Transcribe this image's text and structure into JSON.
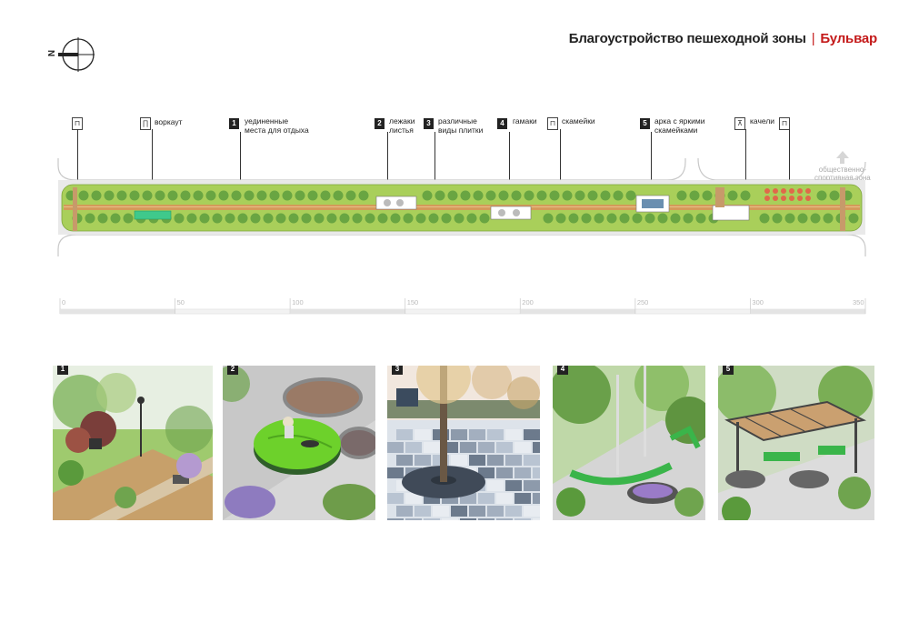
{
  "title": {
    "main": "Благоустройство пешеходной зоны",
    "separator": "|",
    "accent": "Бульвар"
  },
  "compass": {
    "letter": "N"
  },
  "callouts": [
    {
      "num": "",
      "icon": "bench-icon",
      "label": ""
    },
    {
      "num": "",
      "icon": "workout-icon",
      "label": "воркаут"
    },
    {
      "num": "1",
      "icon": "",
      "label": "уединенные\nместа для отдыха"
    },
    {
      "num": "2",
      "icon": "",
      "label": "лежаки\nлистья"
    },
    {
      "num": "3",
      "icon": "",
      "label": "различные\nвиды плитки"
    },
    {
      "num": "4",
      "icon": "",
      "label": "гамаки"
    },
    {
      "num": "",
      "icon": "bench-icon",
      "label": "скамейки"
    },
    {
      "num": "5",
      "icon": "",
      "label": "арка с яркими\nскамейками"
    },
    {
      "num": "",
      "icon": "swing-icon",
      "label": "качели"
    },
    {
      "num": "",
      "icon": "bench-icon",
      "label": ""
    }
  ],
  "sport_zone": {
    "label_line1": "общественно-",
    "label_line2": "спортивная зона"
  },
  "scale": {
    "ticks": [
      "0",
      "50",
      "100",
      "150",
      "200",
      "250",
      "300",
      "350"
    ],
    "max": 350
  },
  "photos": [
    {
      "num": "1"
    },
    {
      "num": "2"
    },
    {
      "num": "3"
    },
    {
      "num": "4"
    },
    {
      "num": "5"
    }
  ],
  "colors": {
    "accent": "#c41a1a",
    "lawn": "#a9cf5a",
    "tree": "#5e9e3e",
    "path": "#d49a5a",
    "road": "#bdbdbd"
  }
}
